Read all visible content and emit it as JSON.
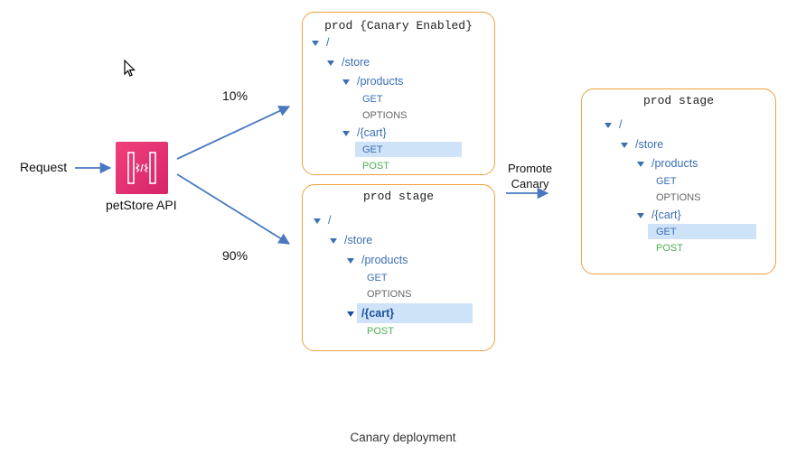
{
  "left": {
    "request_label": "Request",
    "api_label": "petStore API",
    "pct_canary": "10%",
    "pct_prod": "90%"
  },
  "canary_box": {
    "title": "prod {Canary Enabled}",
    "root": "/",
    "store": "/store",
    "products": "/products",
    "get": "GET",
    "options": "OPTIONS",
    "cart": "/{cart}",
    "cart_get": "GET",
    "cart_post": "POST"
  },
  "prod_box": {
    "title": "prod stage",
    "root": "/",
    "store": "/store",
    "products": "/products",
    "get": "GET",
    "options": "OPTIONS",
    "cart": "/{cart}",
    "cart_post": "POST"
  },
  "promote": {
    "line1": "Promote",
    "line2": "Canary"
  },
  "result_box": {
    "title": "prod stage",
    "root": "/",
    "store": "/store",
    "products": "/products",
    "get": "GET",
    "options": "OPTIONS",
    "cart": "/{cart}",
    "cart_get": "GET",
    "cart_post": "POST"
  },
  "caption": "Canary deployment",
  "colors": {
    "box_border": "#f0a040",
    "tree_blue": "#3a6fb5",
    "highlight": "#cfe3f8",
    "post_green": "#4caf50",
    "icon_pink": "#e0356f"
  },
  "icons": [
    "cursor-icon",
    "api-gateway-icon",
    "arrow-icon"
  ]
}
